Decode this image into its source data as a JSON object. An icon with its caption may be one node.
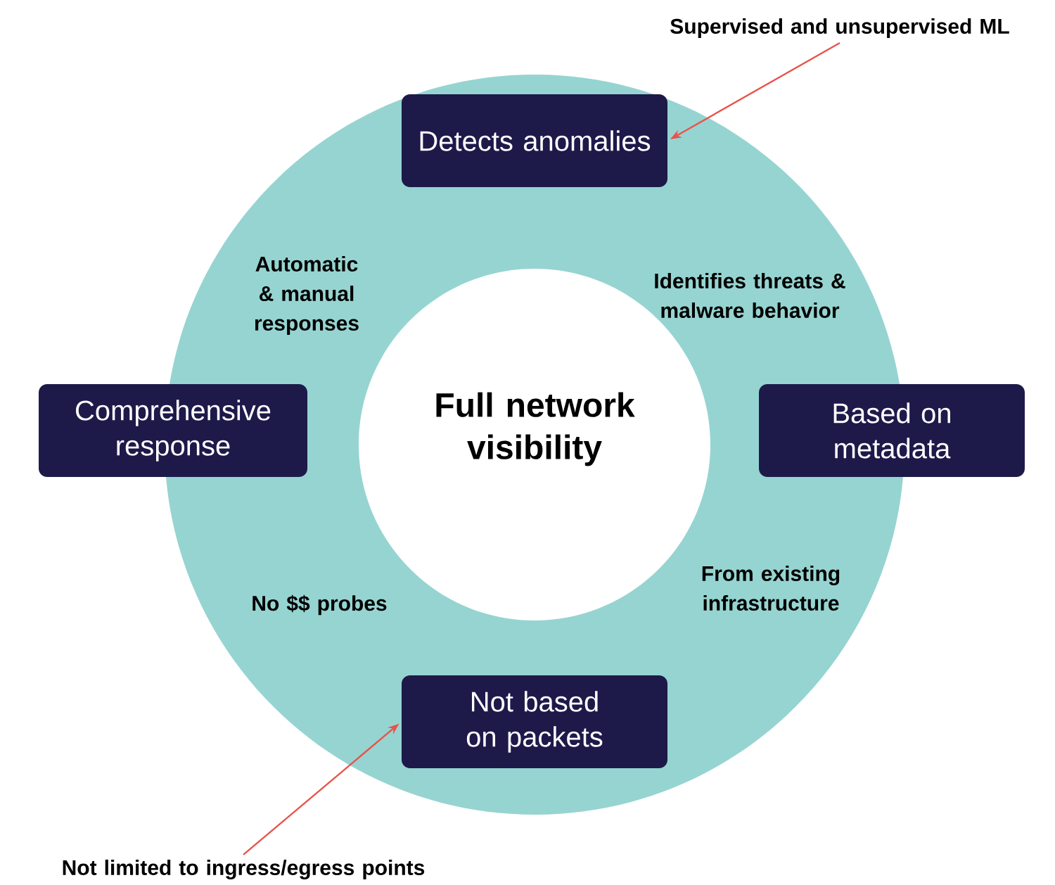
{
  "diagram": {
    "nodes": [
      {
        "text": [
          "Full network visibility"
        ]
      },
      {
        "text": [
          "Detects anomalies"
        ]
      },
      {
        "text": [
          "Comprehensive response"
        ]
      },
      {
        "text": [
          "Based on metadata"
        ]
      },
      {
        "text": [
          "Not based on packets"
        ]
      },
      {
        "text": [
          "Supervised and unsupervised ML"
        ]
      },
      {
        "text": [
          "Not limited to ingress/egress points"
        ]
      }
    ],
    "edges": [
      {
        "from": 5,
        "to": 1,
        "arrow": "to",
        "color": "#e8534a"
      },
      {
        "from": 6,
        "to": 4,
        "arrow": "to",
        "color": "#e8534a"
      }
    ],
    "labels": [
      "Automatic & manual responses",
      "Identifies threats & malware behavior",
      "No $$ probes",
      "From existing infrastructure"
    ]
  }
}
